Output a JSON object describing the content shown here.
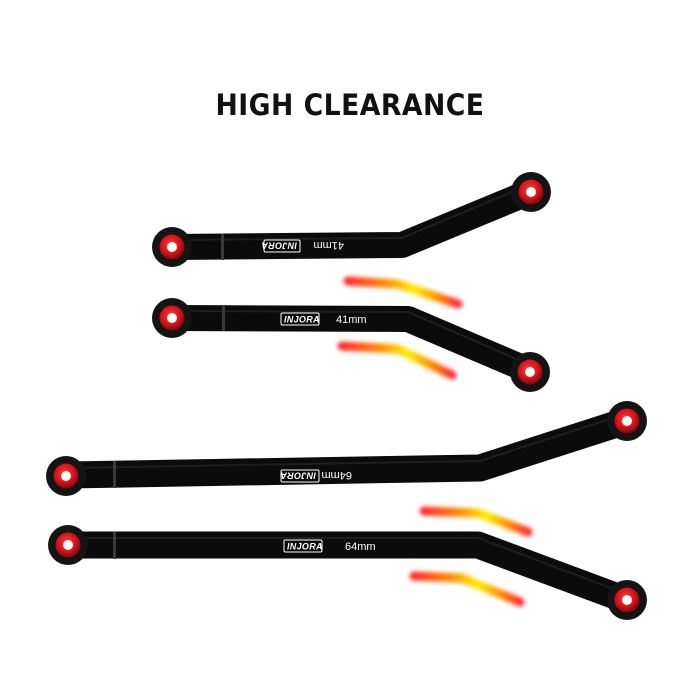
{
  "title": "HIGH CLEARANCE",
  "colors": {
    "background": "#ffffff",
    "link_body": "#0b0b0b",
    "eye_outer": "#1a1a1a",
    "bushing_red": "#d8141a",
    "bushing_dark_red": "#8e0b0e",
    "glow_red": "#ff2a2a",
    "glow_orange": "#ff8a00",
    "glow_yellow": "#ffee00"
  },
  "links": [
    {
      "id": "link-41mm-upper",
      "length_label": "41mm",
      "brand": "INJORA",
      "orientation": "rotated-180",
      "bend": "up"
    },
    {
      "id": "link-41mm-lower",
      "length_label": "41mm",
      "brand": "INJORA",
      "orientation": "normal",
      "bend": "down"
    },
    {
      "id": "link-64mm-upper",
      "length_label": "64mm",
      "brand": "INJORA",
      "orientation": "rotated-180",
      "bend": "up"
    },
    {
      "id": "link-64mm-lower",
      "length_label": "64mm",
      "brand": "INJORA",
      "orientation": "normal",
      "bend": "down"
    }
  ]
}
